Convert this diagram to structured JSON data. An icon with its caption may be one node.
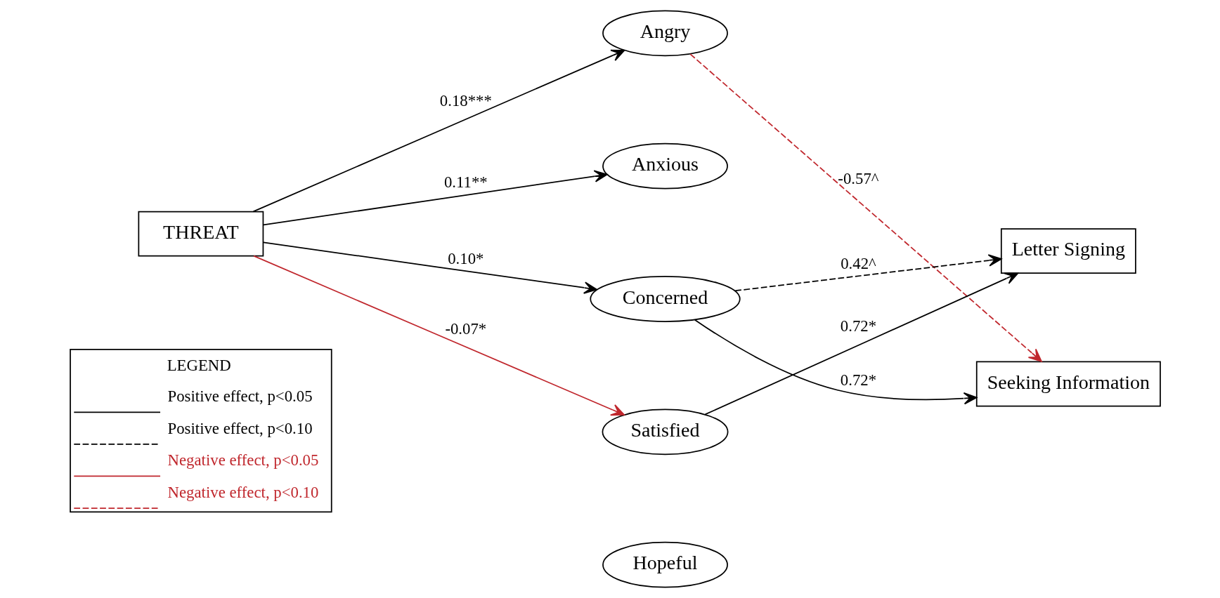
{
  "diagram": {
    "nodes": [
      {
        "text": [
          "THREAT"
        ]
      },
      {
        "text": [
          "Angry"
        ]
      },
      {
        "text": [
          "Anxious"
        ]
      },
      {
        "text": [
          "Concerned"
        ]
      },
      {
        "text": [
          "Satisfied"
        ]
      },
      {
        "text": [
          "Hopeful"
        ]
      },
      {
        "text": [
          "Letter Signing"
        ]
      },
      {
        "text": [
          "Seeking Information"
        ]
      }
    ],
    "edges": [
      {
        "from": 0,
        "to": 1,
        "arrow": "to",
        "label": "0.18***"
      },
      {
        "from": 0,
        "to": 2,
        "arrow": "to",
        "label": "0.11**"
      },
      {
        "from": 0,
        "to": 3,
        "arrow": "to",
        "label": "0.10*"
      },
      {
        "from": 0,
        "to": 4,
        "arrow": "to",
        "label": "-0.07*",
        "color": "#c0272d"
      },
      {
        "from": 3,
        "to": 6,
        "arrow": "to",
        "label": "0.42^",
        "style": "dashed"
      },
      {
        "from": 4,
        "to": 6,
        "arrow": "to",
        "label": "0.72*"
      },
      {
        "from": 3,
        "to": 7,
        "arrow": "to",
        "label": "0.72*"
      },
      {
        "from": 1,
        "to": 7,
        "arrow": "to",
        "label": "-0.57^",
        "style": "dashed",
        "color": "#c0272d"
      }
    ],
    "labels": [
      "LEGEND"
    ],
    "legend": [
      {
        "text": "Positive effect, p<0.05"
      },
      {
        "text": "Positive effect, p<0.10"
      },
      {
        "text": "Negative effect, p<0.05"
      },
      {
        "text": "Negative effect, p<0.10"
      }
    ]
  }
}
